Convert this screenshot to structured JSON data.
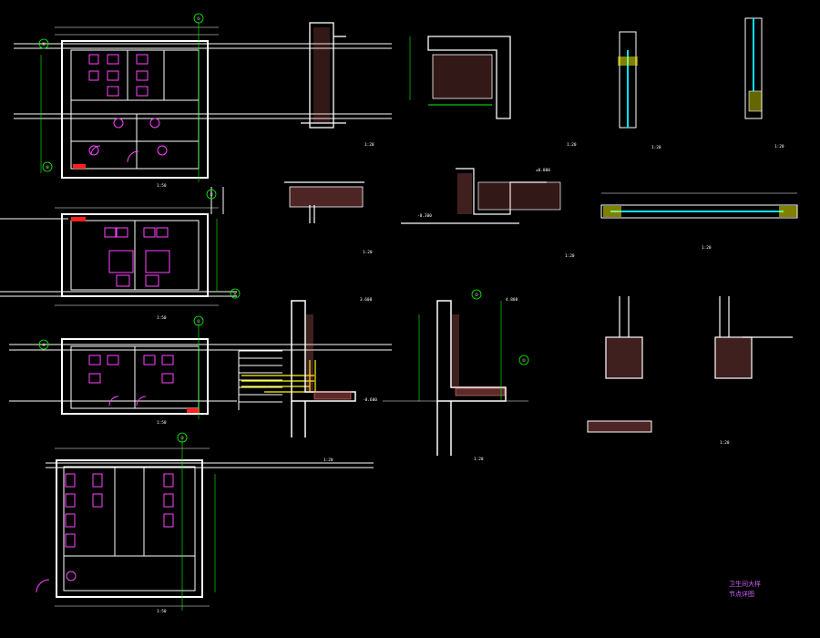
{
  "drawing": {
    "background_color": "#000000",
    "line_colors": {
      "wall": "#ffffff",
      "axis": "#00ff00",
      "fixture": "#ff44ff",
      "hatch": "#ff7a7a",
      "glazing": "#00e5ff",
      "highlight": "#ffff00",
      "accent": "#ff2020"
    },
    "axis_bubbles": [
      "①",
      "⑤",
      "①",
      "Ⓐ",
      "⑦",
      "④",
      "Ⓑ",
      "②",
      "①",
      "②"
    ],
    "scale_marks": [
      "1:50",
      "1:50",
      "1:50",
      "1:50",
      "1:20",
      "1:20",
      "1:20",
      "1:20",
      "1:20",
      "1:20",
      "1:20",
      "1:20",
      "1:20",
      "1:20"
    ],
    "level_marks": [
      "±0.000",
      "-0.300",
      "-0.600",
      "4.800",
      "3.600"
    ],
    "stamp_lines": [
      "卫生间大样",
      "节点详图"
    ]
  }
}
